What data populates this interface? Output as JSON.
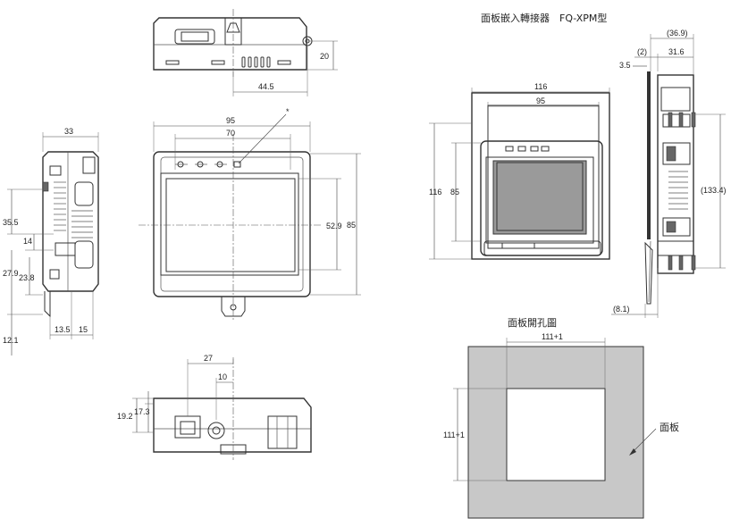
{
  "titles": {
    "panel_mount": "面板嵌入轉接器　FQ-XPM型",
    "panel_cutout": "面板開孔圖",
    "panel_label": "面板"
  },
  "top_view": {
    "dim_height": "20",
    "dim_offset": "44.5"
  },
  "front_view": {
    "dim_width": "95",
    "dim_screen_width": "70",
    "dim_screen_height": "52.9",
    "dim_height": "85",
    "note_mark": "*"
  },
  "side_view": {
    "dim_width": "33",
    "dim_35_5": "35.5",
    "dim_14": "14",
    "dim_27_9": "27.9",
    "dim_23_8": "23.8",
    "dim_12_1": "12.1",
    "dim_13_5": "13.5",
    "dim_15": "15"
  },
  "bottom_view": {
    "dim_27": "27",
    "dim_10": "10",
    "dim_19_2": "19.2",
    "dim_17_3": "17.3"
  },
  "panel_mount_front": {
    "dim_116_width": "116",
    "dim_95_width": "95",
    "dim_116_height": "116",
    "dim_85_height": "85"
  },
  "panel_mount_side": {
    "dim_36_9": "(36.9)",
    "dim_2": "(2)",
    "dim_31_6": "31.6",
    "dim_3_5": "3.5",
    "dim_133_4": "(133.4)",
    "dim_8_1": "(8.1)"
  },
  "cutout": {
    "dim_width": "111+1",
    "dim_height": "111+1"
  },
  "colors": {
    "panel_fill": "#c8c8c8",
    "screen_fill": "#9a9a9a",
    "line": "#333333"
  }
}
